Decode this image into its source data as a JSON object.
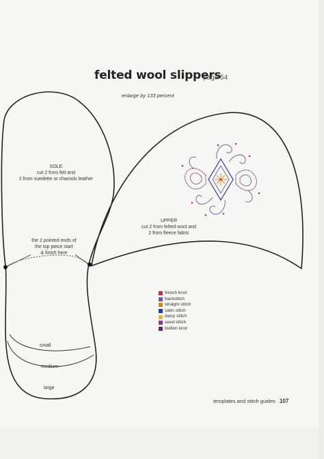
{
  "header": {
    "title": "felted wool slippers",
    "page_ref": "page 54",
    "enlarge_note": "enlarge by 133 percent"
  },
  "sole": {
    "heading": "SOLE",
    "line1": "cut 2 from felt and",
    "line2": "2 from suedette or chamois leather"
  },
  "upper": {
    "heading": "UPPER",
    "line1": "cut 2 from felted wool and",
    "line2": "2 from fleece fabric"
  },
  "note": {
    "line1": "the 2 pointed ends of",
    "line2": "the top piece start",
    "line3": "& finish here"
  },
  "sizes": [
    "small",
    "medium",
    "large"
  ],
  "legend": [
    {
      "label": "french knot",
      "color": "#c0334f"
    },
    {
      "label": "backstitch",
      "color": "#6a5a9a"
    },
    {
      "label": "straight stitch",
      "color": "#c8872d"
    },
    {
      "label": "satin stitch",
      "color": "#2e3a86"
    },
    {
      "label": "daisy stitch",
      "color": "#e2b25a"
    },
    {
      "label": "seed stitch",
      "color": "#8a3e7a"
    },
    {
      "label": "bullion knot",
      "color": "#5a2e6a"
    }
  ],
  "footer": {
    "section": "templates and stitch guides",
    "page_number": "107"
  }
}
